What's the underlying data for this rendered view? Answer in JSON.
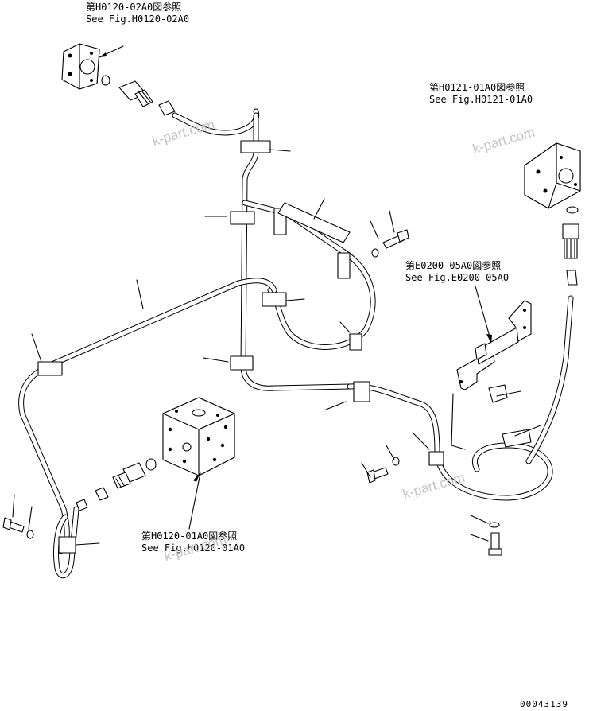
{
  "references": {
    "top_left": {
      "jp": "第H0120-02A0図参照",
      "en": "See Fig.H0120-02A0"
    },
    "top_right": {
      "jp": "第H0121-01A0図参照",
      "en": "See Fig.H0121-01A0"
    },
    "mid_right": {
      "jp": "第E0200-05A0図参照",
      "en": "See Fig.E0200-05A0"
    },
    "bottom_center": {
      "jp": "第H0120-01A0図参照",
      "en": "See Fig.H0120-01A0"
    }
  },
  "watermark": "k-part.com",
  "drawing_number": "00043139"
}
